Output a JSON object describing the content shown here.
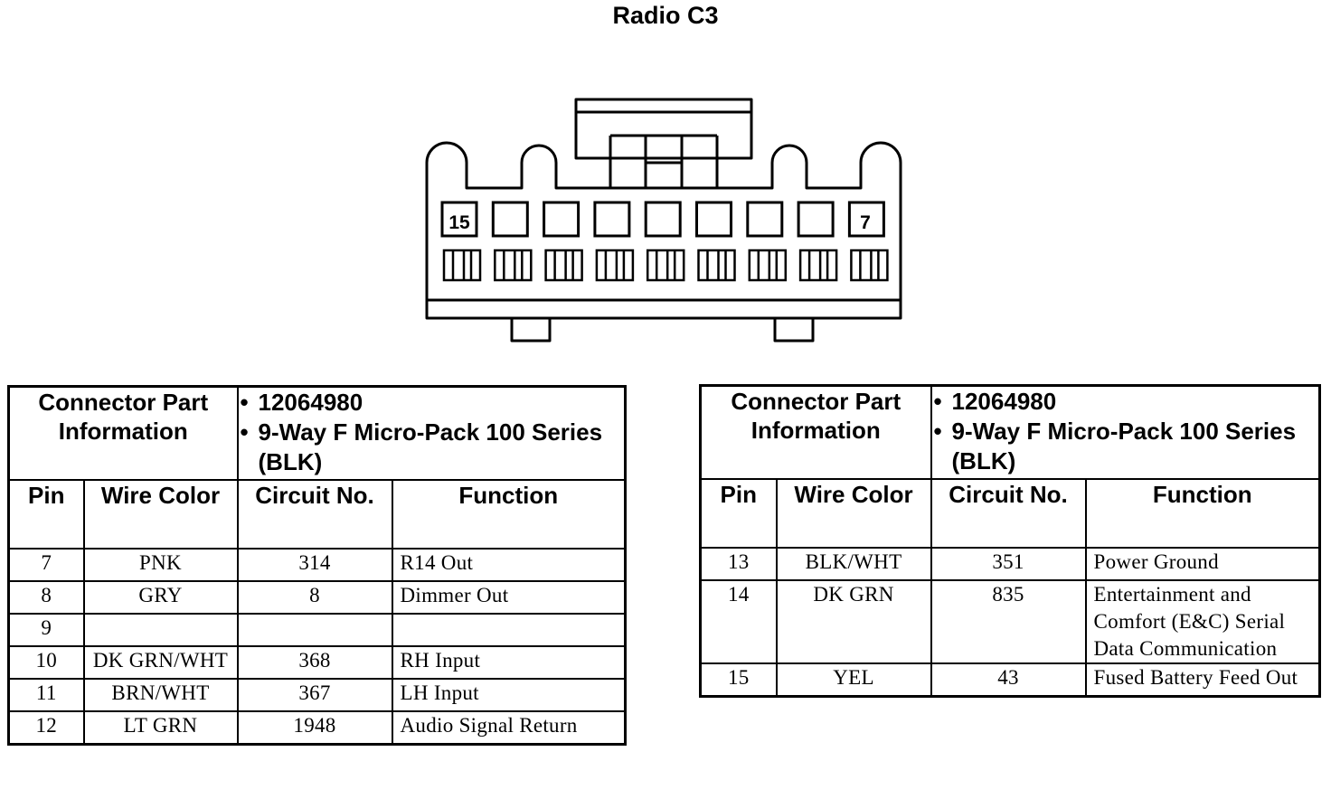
{
  "title": "Radio C3",
  "connector": {
    "pin_labels": [
      "15",
      "7"
    ]
  },
  "left_table": {
    "info_label": "Connector Part Information",
    "info_values": [
      "12064980",
      "9-Way F Micro-Pack 100 Series (BLK)"
    ],
    "headers": [
      "Pin",
      "Wire Color",
      "Circuit No.",
      "Function"
    ],
    "rows": [
      {
        "pin": "7",
        "color": "PNK",
        "circuit": "314",
        "function": "R14 Out"
      },
      {
        "pin": "8",
        "color": "GRY",
        "circuit": "8",
        "function": "Dimmer Out"
      },
      {
        "pin": "9",
        "color": "",
        "circuit": "",
        "function": ""
      },
      {
        "pin": "10",
        "color": "DK GRN/WHT",
        "circuit": "368",
        "function": "RH Input"
      },
      {
        "pin": "11",
        "color": "BRN/WHT",
        "circuit": "367",
        "function": "LH Input"
      },
      {
        "pin": "12",
        "color": "LT GRN",
        "circuit": "1948",
        "function": "Audio Signal Return"
      }
    ]
  },
  "right_table": {
    "info_label": "Connector Part Information",
    "info_values": [
      "12064980",
      "9-Way F Micro-Pack 100 Series (BLK)"
    ],
    "headers": [
      "Pin",
      "Wire Color",
      "Circuit No.",
      "Function"
    ],
    "rows": [
      {
        "pin": "13",
        "color": "BLK/WHT",
        "circuit": "351",
        "function": "Power Ground"
      },
      {
        "pin": "14",
        "color": "DK GRN",
        "circuit": "835",
        "function": "Entertainment and Comfort (E&C) Serial Data Communication"
      },
      {
        "pin": "15",
        "color": "YEL",
        "circuit": "43",
        "function": "Fused Battery Feed Out"
      }
    ]
  }
}
